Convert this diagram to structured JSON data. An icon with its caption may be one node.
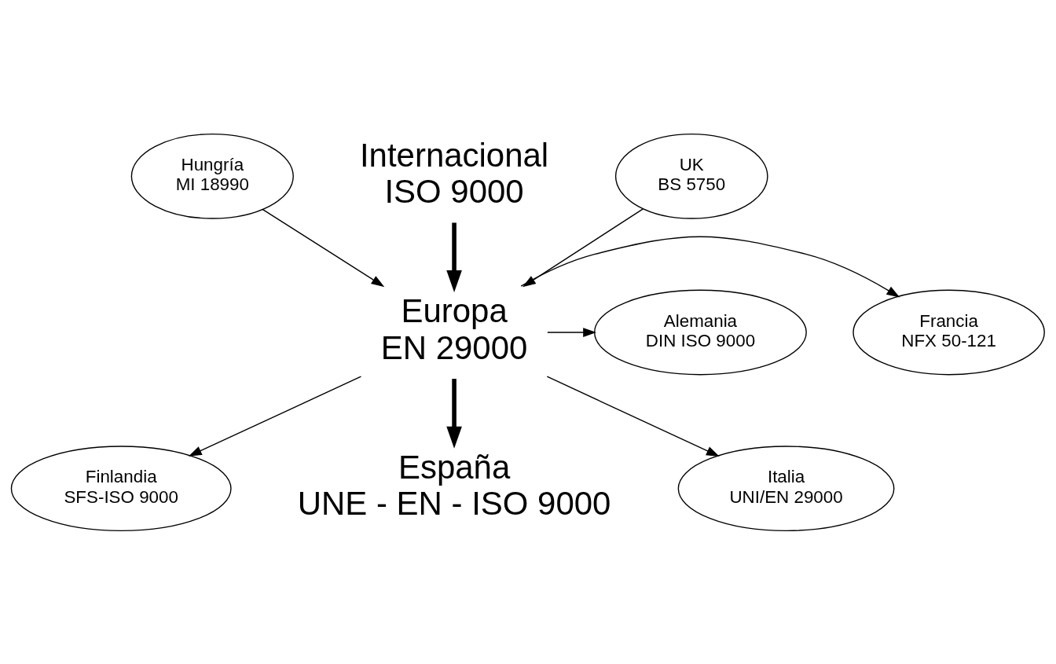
{
  "diagram": {
    "nodes": [
      {
        "text": [
          "Hungría",
          "MI 18990"
        ]
      },
      {
        "text": [
          "Internacional",
          "ISO 9000"
        ]
      },
      {
        "text": [
          "UK",
          "BS 5750"
        ]
      },
      {
        "text": [
          "Francia",
          "NFX 50-121"
        ]
      },
      {
        "text": [
          "Europa",
          "EN 29000"
        ]
      },
      {
        "text": [
          "Alemania",
          "DIN ISO 9000"
        ]
      },
      {
        "text": [
          "Finlandia",
          "SFS-ISO 9000"
        ]
      },
      {
        "text": [
          "España",
          "UNE - EN - ISO 9000"
        ]
      },
      {
        "text": [
          "Italia",
          "UNI/EN 29000"
        ]
      }
    ],
    "edges": [
      {
        "from": 0,
        "to": 4,
        "arrow": "to"
      },
      {
        "from": 1,
        "to": 4,
        "arrow": "to",
        "style": "thick"
      },
      {
        "from": 2,
        "to": 4,
        "arrow": "to"
      },
      {
        "from": 4,
        "to": 3,
        "arrow": "to"
      },
      {
        "from": 4,
        "to": 5,
        "arrow": "to"
      },
      {
        "from": 4,
        "to": 6,
        "arrow": "to"
      },
      {
        "from": 4,
        "to": 7,
        "arrow": "to",
        "style": "thick"
      },
      {
        "from": 4,
        "to": 8,
        "arrow": "to"
      }
    ]
  }
}
